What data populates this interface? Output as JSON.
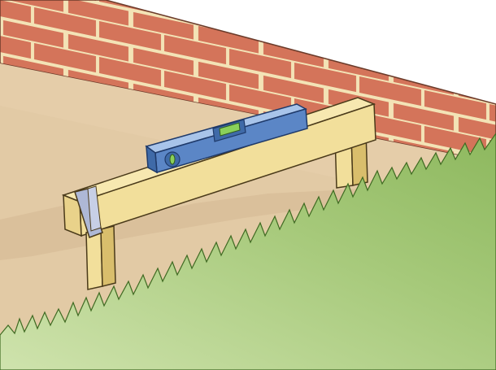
{
  "scene": {
    "description_free": true,
    "colors": {
      "sky": "#ffffff",
      "brick": "#d4745a",
      "brick_shadow": "#b85c44",
      "mortar": "#f3e3b6",
      "mortar_outline": "#6b3b2a",
      "ground": "#e5cda9",
      "ground_shadow": "#d8bd98",
      "grass_light": "#c4dca0",
      "grass_dark": "#8db85e",
      "wood": "#f2df9b",
      "wood_dark": "#d9be6c",
      "wood_outline": "#4a3a1a",
      "level_body": "#5b86c6",
      "level_top": "#a8c4ea",
      "level_vial": "#8ad05a",
      "strap": "#aeb8d6"
    },
    "objects": [
      "brick-wall",
      "ground",
      "grass",
      "wooden-beam",
      "beam-leg-left",
      "beam-leg-right",
      "spirit-level",
      "level-bubble-vial",
      "level-end-vial",
      "beam-strap"
    ]
  }
}
